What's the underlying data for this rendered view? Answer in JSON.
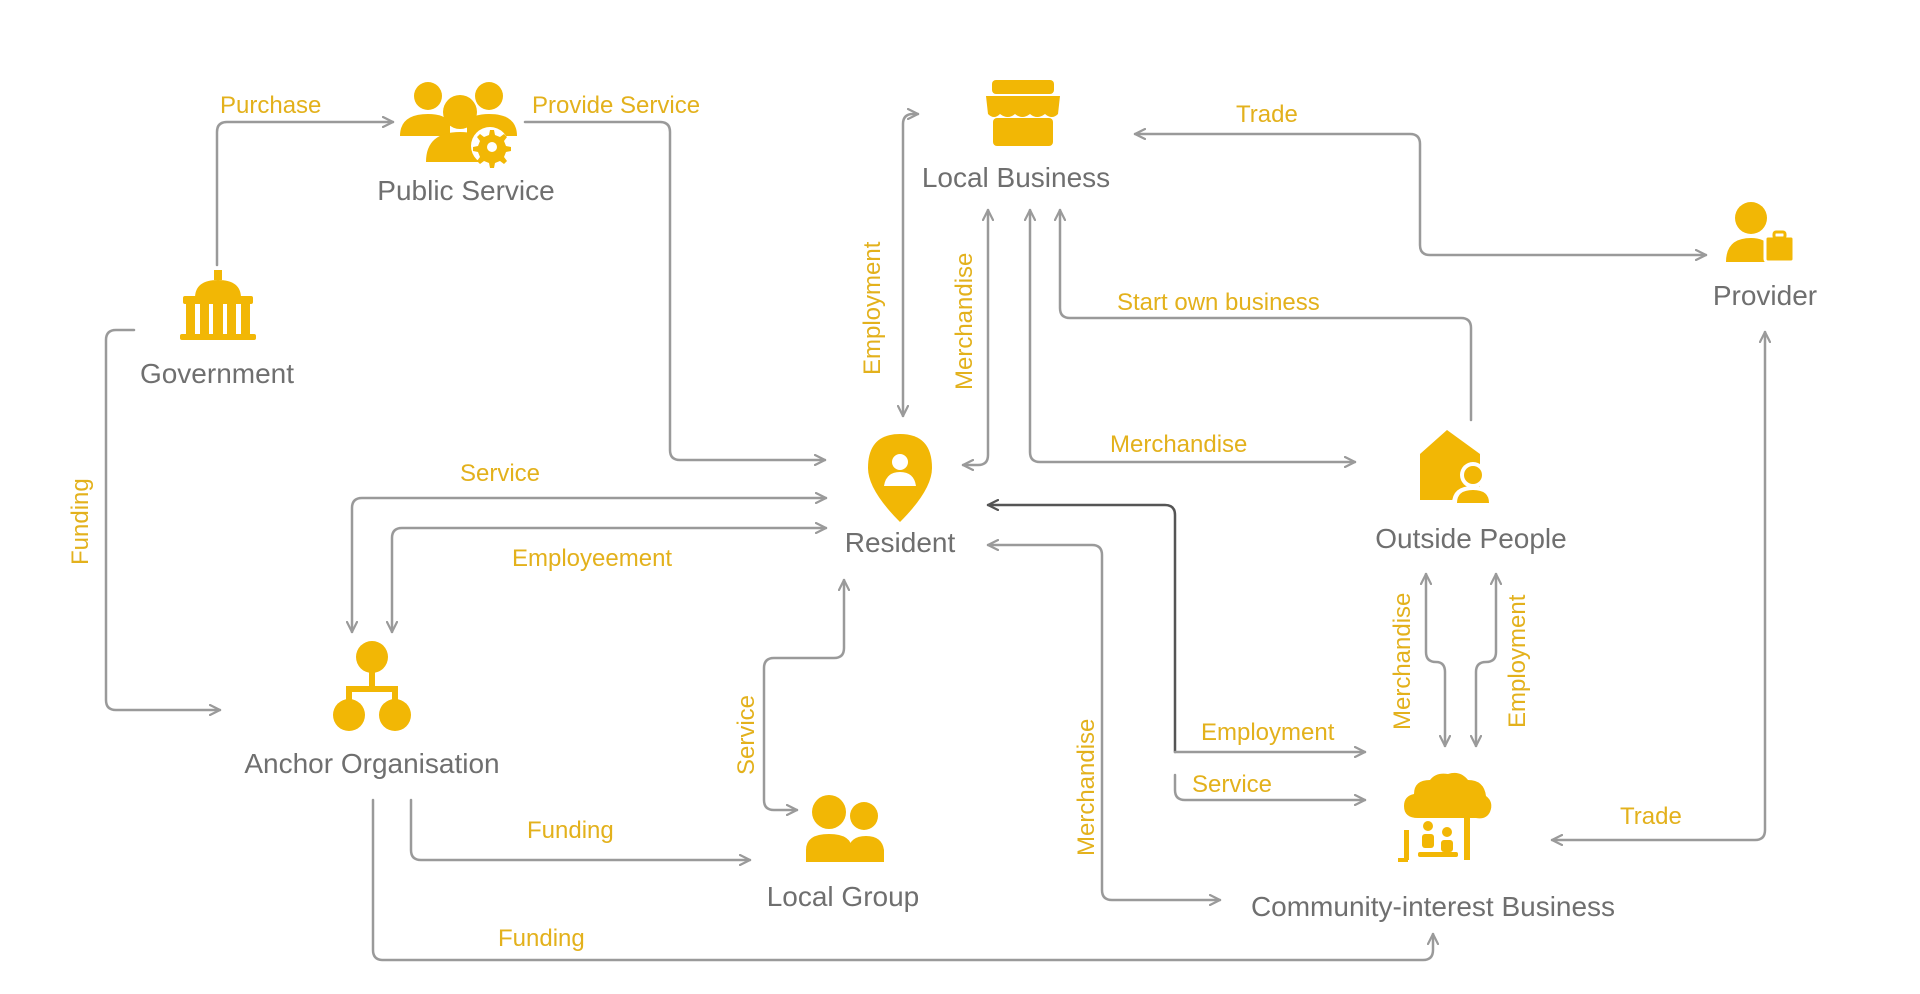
{
  "colors": {
    "accent": "#f2b705",
    "edge": "#9a9a9a",
    "edge_dark": "#555555",
    "node_text": "#6f6f6f",
    "edge_text": "#e3b11c"
  },
  "nodes": {
    "public_service": {
      "label": "Public Service",
      "icon": "people-gear-icon"
    },
    "local_business": {
      "label": "Local Business",
      "icon": "storefront-icon"
    },
    "provider": {
      "label": "Provider",
      "icon": "person-briefcase-icon"
    },
    "government": {
      "label": "Government",
      "icon": "government-building-icon"
    },
    "resident": {
      "label": "Resident",
      "icon": "location-pin-person-icon"
    },
    "outside_people": {
      "label": "Outside People",
      "icon": "house-person-icon"
    },
    "anchor_organisation": {
      "label": "Anchor Organisation",
      "icon": "org-hierarchy-icon"
    },
    "local_group": {
      "label": "Local Group",
      "icon": "group-icon"
    },
    "community_interest_business": {
      "label": "Community-interest Business",
      "icon": "community-tree-icon"
    }
  },
  "edges": {
    "purchase": "Purchase",
    "provide_service": "Provide Service",
    "trade_top": "Trade",
    "employment_resident_business": "Employment",
    "merchandise_resident_business": "Merchandise",
    "start_own_business": "Start own business",
    "merchandise_business_outside": "Merchandise",
    "funding_left": "Funding",
    "service_anchor": "Service",
    "employeement_anchor": "Employeement",
    "service_local_group": "Service",
    "funding_local_group": "Funding",
    "funding_cib": "Funding",
    "merchandise_resident_cib": "Merchandise",
    "employment_cib": "Employment",
    "service_cib": "Service",
    "merchandise_outside_cib": "Merchandise",
    "employment_outside_cib": "Employment",
    "trade_bottom": "Trade"
  }
}
